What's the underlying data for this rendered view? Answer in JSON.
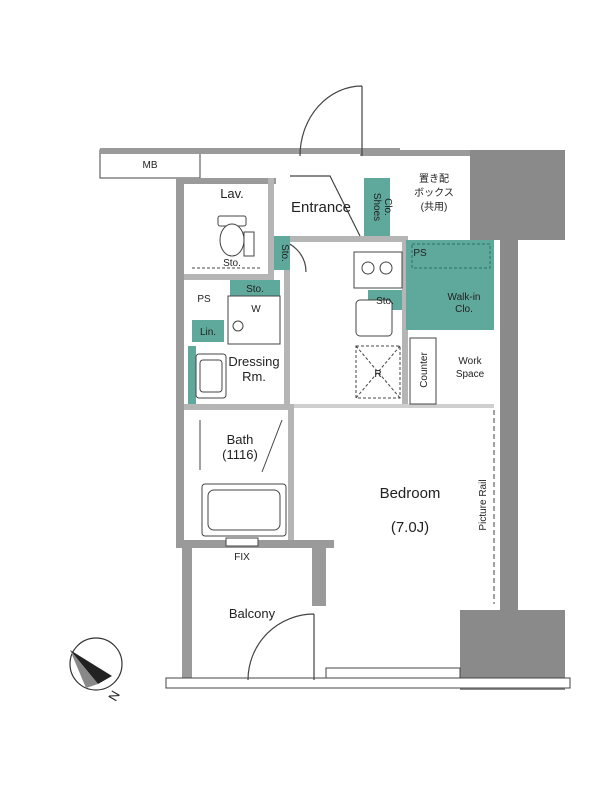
{
  "colors": {
    "wall": "#9a9a9a",
    "wall_dark": "#8a8a8a",
    "storage": "#5fa89c",
    "line": "#444444",
    "background": "#ffffff"
  },
  "rooms": {
    "mb": "MB",
    "lav": "Lav.",
    "entrance": "Entrance",
    "shoes_clo_line1": "Shoes",
    "shoes_clo_line2": "Clo.",
    "delivery_box_line1": "置き配",
    "delivery_box_line2": "ボックス",
    "delivery_box_line3": "(共用)",
    "sto_lav": "Sto.",
    "sto_entrance": "Sto.",
    "ps_top": "PS",
    "ps_left": "PS",
    "sto_w": "Sto.",
    "w": "W",
    "lin": "Lin.",
    "sto_kitchen": "Sto.",
    "walkin_line1": "Walk-in",
    "walkin_line2": "Clo.",
    "dressing_line1": "Dressing",
    "dressing_line2": "Rm.",
    "r": "R",
    "counter": "Counter",
    "work_line1": "Work",
    "work_line2": "Space",
    "bath_line1": "Bath",
    "bath_line2": "(1116)",
    "bedroom": "Bedroom",
    "bedroom_size": "(7.0J)",
    "picture_rail": "Picture Rail",
    "fix": "FIX",
    "balcony": "Balcony"
  },
  "compass": {
    "label": "N",
    "icon": "north-arrow-icon"
  }
}
